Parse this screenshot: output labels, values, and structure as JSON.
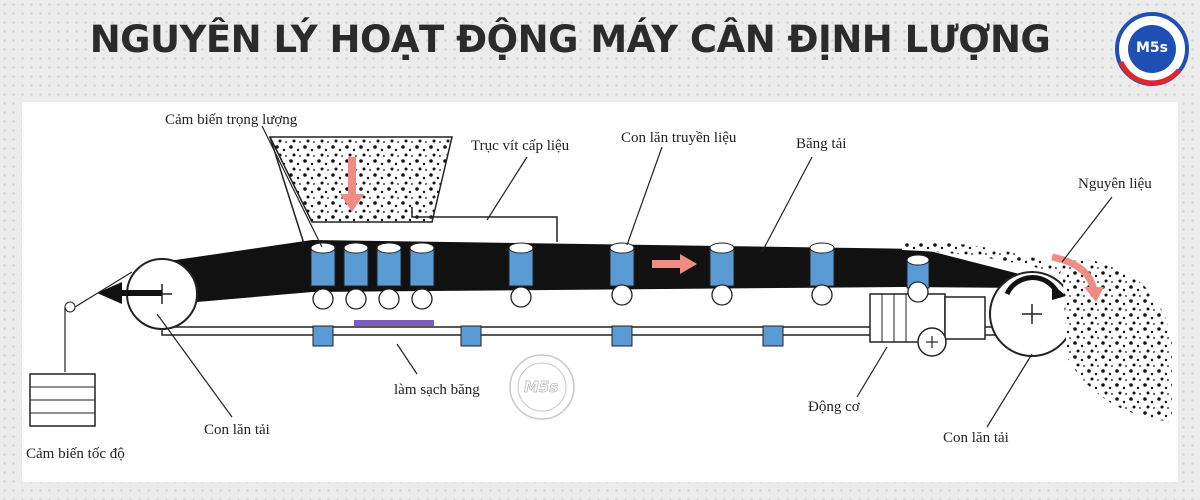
{
  "title": "NGUYÊN LÝ HOẠT ĐỘNG MÁY CÂN ĐỊNH LƯỢNG",
  "logo": {
    "text": "M5s",
    "ring_color": "#1e4fb5",
    "accent_color": "#e0262b"
  },
  "watermark": {
    "text": "M5s"
  },
  "labels": {
    "weight_sensor": "Cảm biến trọng lượng",
    "feed_screw": "Trục vít cấp liệu",
    "transfer_roller": "Con lăn truyền liệu",
    "belt": "Băng tải",
    "material": "Nguyên liệu",
    "belt_cleaner": "làm sạch băng",
    "load_roller_left": "Con lăn tải",
    "motor": "Động cơ",
    "load_roller_right": "Con lăn tải",
    "speed_sensor": "Cảm biến tốc độ"
  },
  "colors": {
    "belt": "#111111",
    "roller_blue": "#5b9bd5",
    "arrow_pink": "#f08c84",
    "cleaner_purple": "#7b5fc0"
  }
}
